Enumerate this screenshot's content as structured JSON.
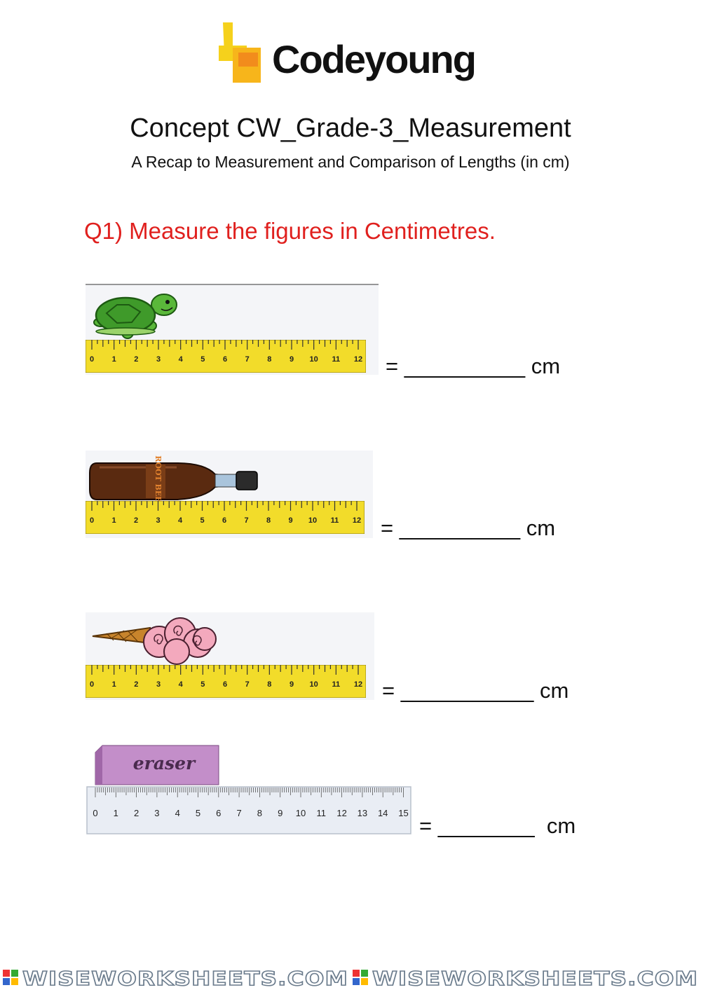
{
  "header": {
    "brand": "Codeyoung",
    "title": "Concept CW_Grade-3_Measurement",
    "subtitle": "A Recap to Measurement and Comparison of Lengths (in cm)"
  },
  "question": "Q1) Measure the figures in Centimetres.",
  "items": [
    {
      "object": "turtle-icon",
      "answer": "= __________ cm"
    },
    {
      "object": "bottle-icon",
      "bottle_label": "ROOT BEER",
      "answer": "= __________ cm"
    },
    {
      "object": "ice-cream-cone-icon",
      "answer": "= ___________ cm"
    },
    {
      "object": "eraser-icon",
      "eraser_label": "eraser",
      "answer": "= ________  cm"
    }
  ],
  "ruler_yellow_ticks": [
    "0",
    "1",
    "2",
    "3",
    "4",
    "5",
    "6",
    "7",
    "8",
    "9",
    "10",
    "11",
    "12"
  ],
  "ruler_clear_ticks": [
    "0",
    "1",
    "2",
    "3",
    "4",
    "5",
    "6",
    "7",
    "8",
    "9",
    "10",
    "11",
    "12",
    "13",
    "14",
    "15"
  ],
  "footer": {
    "watermark": "WISEWORKSHEETS.COM"
  },
  "colors": {
    "question": "#e0201e",
    "ruler": "#f2dc2a",
    "logo_yellow": "#f5d11c",
    "logo_orange": "#f28c1c"
  }
}
